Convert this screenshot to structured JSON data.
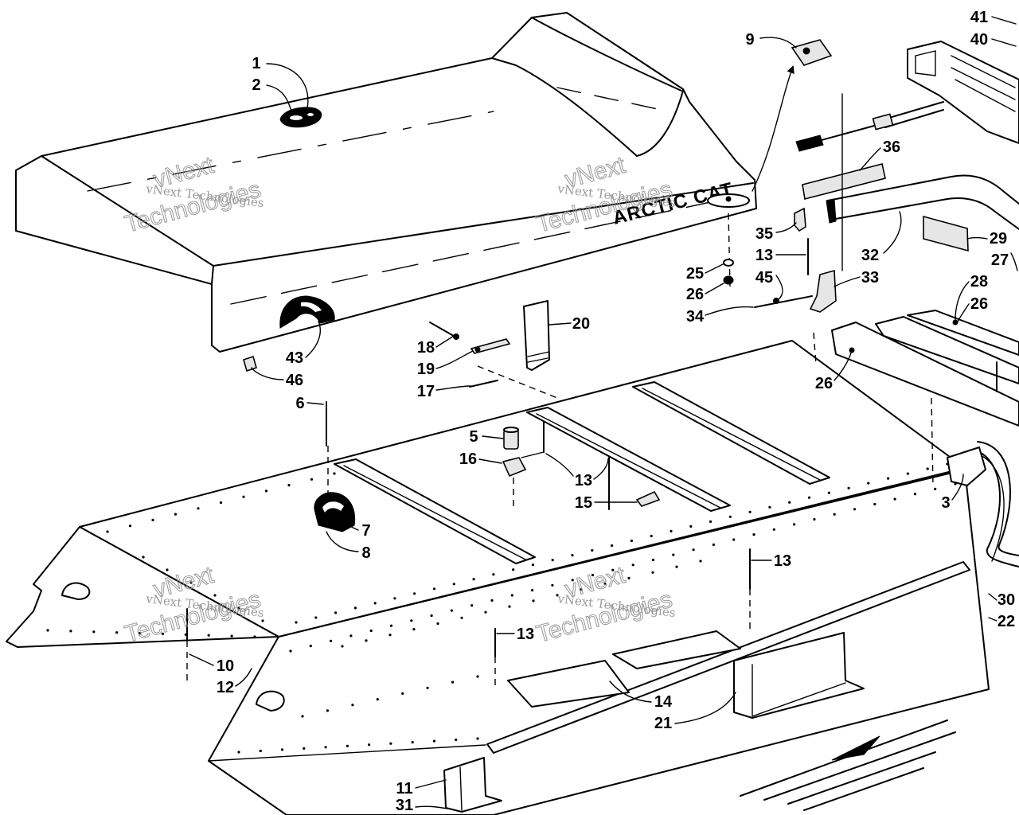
{
  "palette": {
    "line": "#000000",
    "paper": "#ffffff",
    "watermark": "#8f8f8f"
  },
  "seat": {
    "logo": "ARCTIC CAT"
  },
  "watermark": {
    "small": "vNext Technologies",
    "large_line1": "vNext",
    "large_line2": "Technologies"
  },
  "callouts": [
    "1",
    "2",
    "9",
    "41",
    "40",
    "36",
    "35",
    "29",
    "27",
    "32",
    "13",
    "25",
    "26",
    "45",
    "33",
    "34",
    "28",
    "26",
    "20",
    "18",
    "19",
    "17",
    "43",
    "46",
    "26",
    "6",
    "5",
    "16",
    "13",
    "15",
    "3",
    "7",
    "8",
    "13",
    "13",
    "10",
    "12",
    "14",
    "21",
    "11",
    "31",
    "30",
    "22"
  ]
}
